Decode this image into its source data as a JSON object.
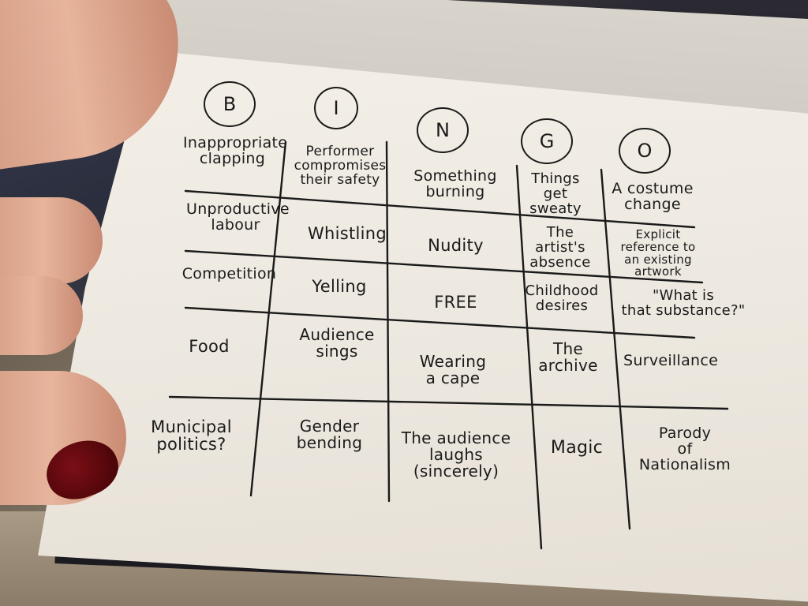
{
  "bingo": {
    "letters": [
      "B",
      "I",
      "N",
      "G",
      "O"
    ],
    "cells": {
      "b1": "Inappropriate\nclapping",
      "i1": "Performer\ncompromises\ntheir safety",
      "n1": "Something\nburning",
      "g1": "Things\nget\nsweaty",
      "o1": "A costume\nchange",
      "b2": "Unproductive\nlabour",
      "i2": "Whistling",
      "n2": "Nudity",
      "g2": "The artist's\nabsence",
      "o2": "Explicit\nreference to\nan existing\nartwork",
      "b3": "Competition",
      "i3": "Yelling",
      "n3": "FREE",
      "g3": "Childhood\ndesires",
      "o3": "\"What is\nthat substance?\"",
      "b4": "Food",
      "i4": "Audience\nsings",
      "n4": "Wearing\na cape",
      "g4": "The\narchive",
      "o4": "Surveillance",
      "b5": "Municipal\npolitics?",
      "i5": "Gender\nbending",
      "n5": "The audience\nlaughs\n(sincerely)",
      "g5": "Magic",
      "o5": "Parody\nof\nNationalism"
    }
  },
  "colors": {
    "ink": "#1a1a1a",
    "paper": "#f0ece4",
    "nail_polish": "#5a0a0f"
  }
}
